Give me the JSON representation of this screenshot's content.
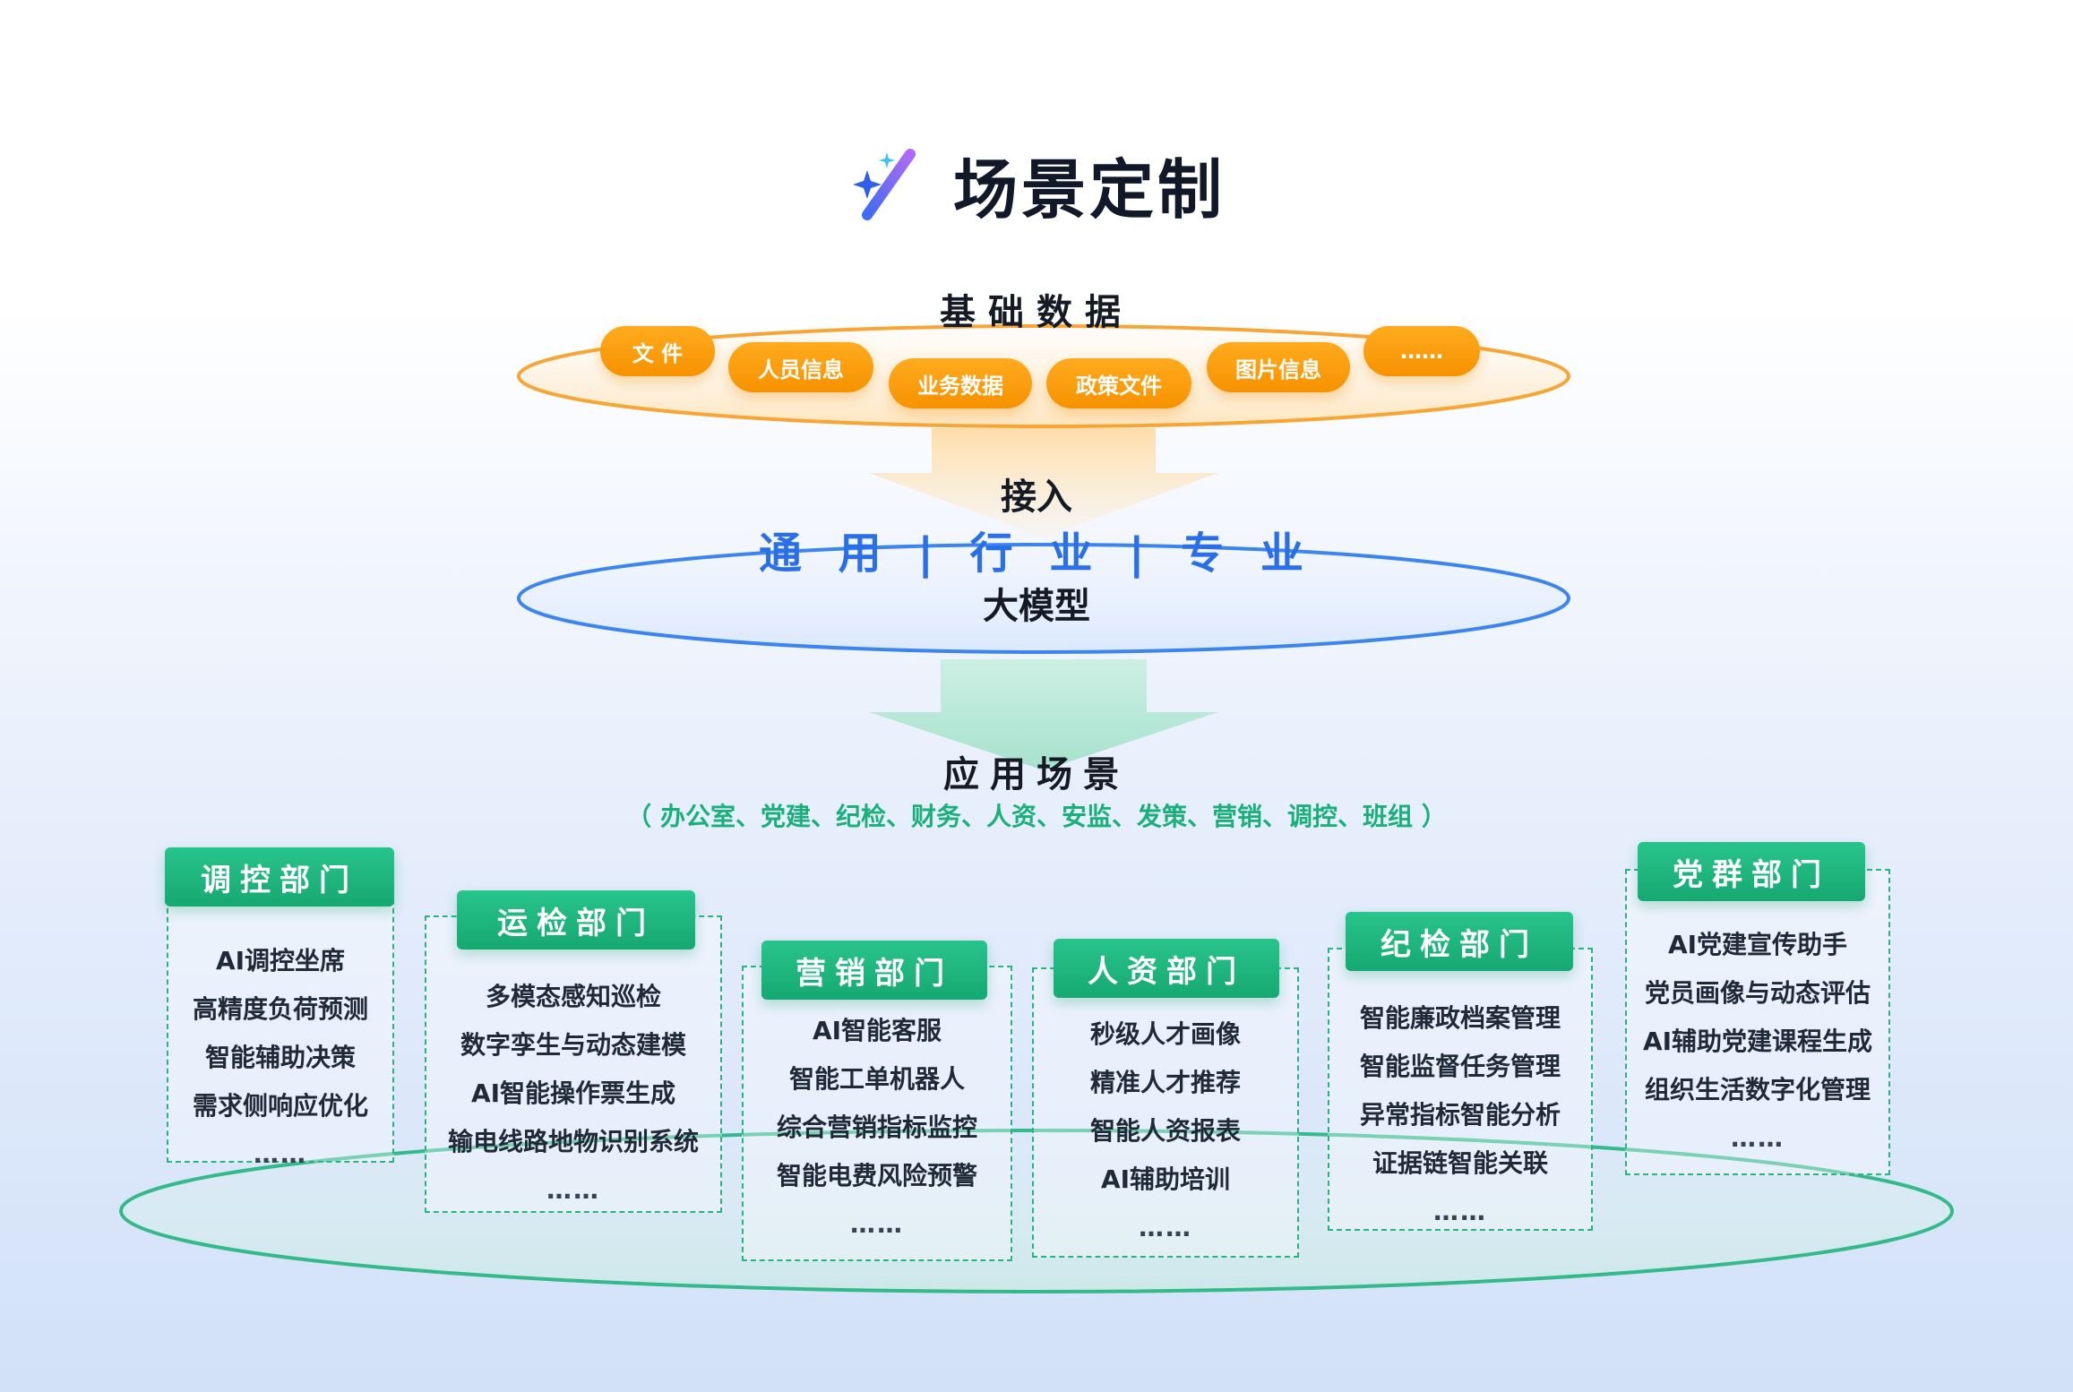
{
  "header": {
    "title": "场景定制",
    "icon": "sparkle-wand-icon"
  },
  "basic_data": {
    "title": "基础数据",
    "items": [
      "文 件",
      "人员信息",
      "业务数据",
      "政策文件",
      "图片信息",
      "……"
    ]
  },
  "model": {
    "access_label": "接入",
    "types": "通 用 | 行 业 | 专 业",
    "label": "大模型"
  },
  "application": {
    "title": "应用场景",
    "subtitle": "（ 办公室、党建、纪检、财务、人资、安监、发策、营销、调控、班组 ）"
  },
  "departments": [
    {
      "name": "调控部门",
      "items": [
        "AI调控坐席",
        "高精度负荷预测",
        "智能辅助决策",
        "需求侧响应优化",
        "……"
      ]
    },
    {
      "name": "运检部门",
      "items": [
        "多模态感知巡检",
        "数字孪生与动态建模",
        "AI智能操作票生成",
        "输电线路地物识别系统",
        "……"
      ]
    },
    {
      "name": "营销部门",
      "items": [
        "AI智能客服",
        "智能工单机器人",
        "综合营销指标监控",
        "智能电费风险预警",
        "……"
      ]
    },
    {
      "name": "人资部门",
      "items": [
        "秒级人才画像",
        "精准人才推荐",
        "智能人资报表",
        "AI辅助培训",
        "……"
      ]
    },
    {
      "name": "纪检部门",
      "items": [
        "智能廉政档案管理",
        "智能监督任务管理",
        "异常指标智能分析",
        "证据链智能关联",
        "……"
      ]
    },
    {
      "name": "党群部门",
      "items": [
        "AI党建宣传助手",
        "党员画像与动态评估",
        "AI辅助党建课程生成",
        "组织生活数字化管理",
        "……"
      ]
    }
  ],
  "colors": {
    "orange": "#f69200",
    "blue": "#2a6ee8",
    "green": "#1bb07a"
  }
}
